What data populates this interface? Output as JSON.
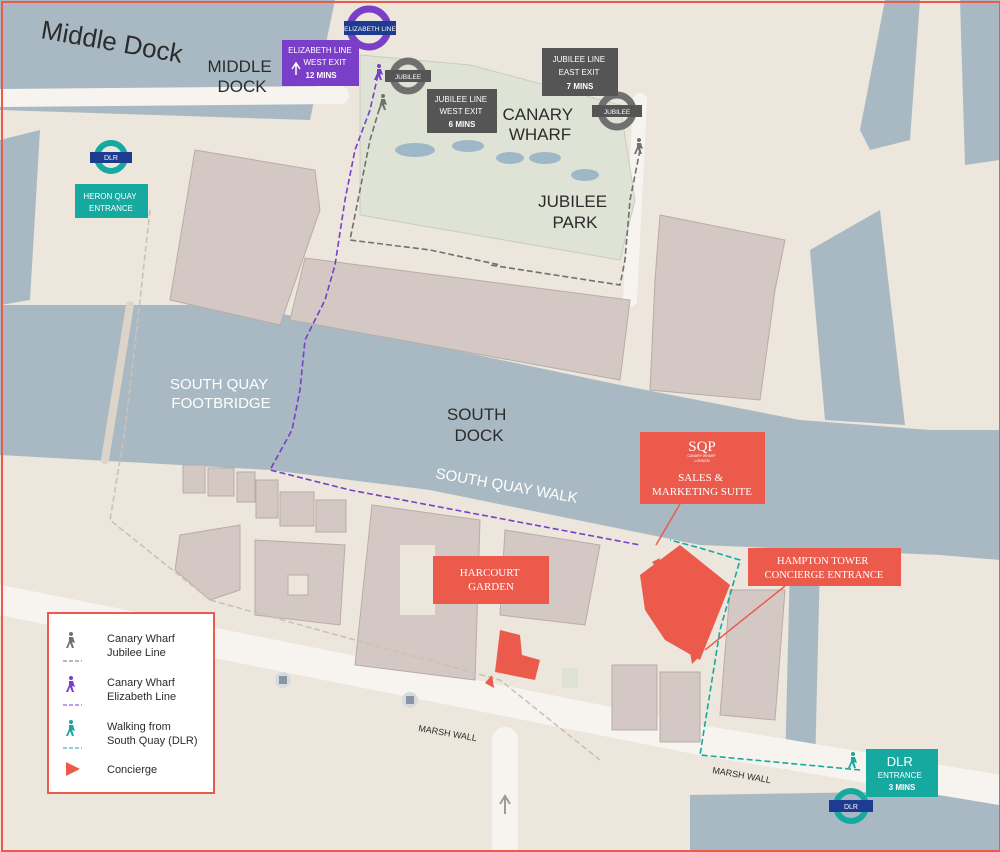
{
  "colors": {
    "land": "#ece6dc",
    "water": "#a9b9c3",
    "building": "#d3c8c3",
    "park": "#dfe3d6",
    "road": "#f7f4ef",
    "accent": "#ec5a4c",
    "purple": "#7a3fc8",
    "teal": "#16a9a0",
    "grey_panel": "#555555",
    "roundel_grey": "#707070",
    "dlr_blue": "#1d3b8f"
  },
  "labels": {
    "middle_dock": [
      "MIDDLE",
      "DOCK"
    ],
    "middle_dock_faint": "Middle Dock",
    "canary_wharf": [
      "CANARY",
      "WHARF"
    ],
    "jubilee_park": [
      "JUBILEE",
      "PARK"
    ],
    "south_quay_footbridge": [
      "SOUTH QUAY",
      "FOOTBRIDGE"
    ],
    "south_dock": [
      "SOUTH",
      "DOCK"
    ],
    "south_quay_walk": "SOUTH QUAY WALK",
    "marsh_wall_1": "MARSH WALL",
    "marsh_wall_2": "MARSH WALL"
  },
  "stations": {
    "elizabeth_roundel": "ELIZABETH LINE",
    "jubilee_roundel_west": "JUBILEE",
    "jubilee_roundel_east": "JUBILEE",
    "dlr_roundel_heron": "DLR",
    "dlr_roundel_south": "DLR"
  },
  "callouts": {
    "elizabeth_west": [
      "ELIZABETH LINE",
      "WEST EXIT",
      "12 MINS"
    ],
    "jubilee_west": [
      "JUBILEE LINE",
      "WEST EXIT",
      "6 MINS"
    ],
    "jubilee_east": [
      "JUBILEE LINE",
      "EAST EXIT",
      "7 MINS"
    ],
    "heron_quay": [
      "HERON QUAY",
      "ENTRANCE"
    ],
    "dlr_entrance": [
      "DLR",
      "ENTRANCE",
      "3 MINS"
    ],
    "sqp_logo": "SQP",
    "sqp_logo_sub": [
      "CANARY WHARF",
      "LONDON"
    ],
    "sales_suite": [
      "SALES &",
      "MARKETING SUITE"
    ],
    "hampton_tower": [
      "HAMPTON TOWER",
      "CONCIERGE ENTRANCE"
    ],
    "harcourt_garden": [
      "HARCOURT",
      "GARDEN"
    ]
  },
  "legend": {
    "items": [
      {
        "label": [
          "Canary Wharf",
          "Jubilee Line"
        ],
        "color": "#707070"
      },
      {
        "label": [
          "Canary Wharf",
          "Elizabeth Line"
        ],
        "color": "#7a3fc8"
      },
      {
        "label": [
          "Walking from",
          "South Quay (DLR)"
        ],
        "color": "#16a9a0"
      },
      {
        "label": [
          "Concierge"
        ],
        "color": "#ec5a4c"
      }
    ]
  },
  "icons": [
    "walking-person-icon",
    "bus-icon",
    "north-arrow-icon",
    "concierge-triangle-icon"
  ]
}
